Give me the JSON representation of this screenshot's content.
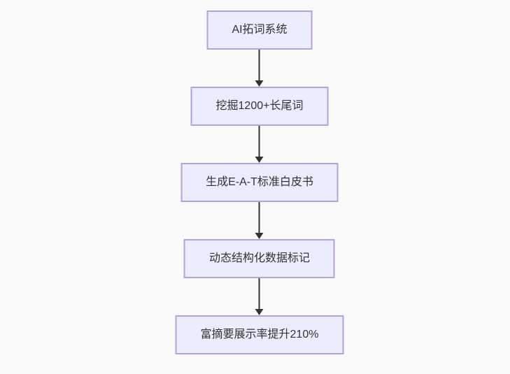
{
  "flowchart": {
    "direction": "top-down",
    "steps": [
      {
        "label": "AI拓词系统"
      },
      {
        "label": "挖掘1200+长尾词"
      },
      {
        "label": "生成E-A-T标准白皮书"
      },
      {
        "label": "动态结构化数据标记"
      },
      {
        "label": "富摘要展示率提升210%"
      }
    ],
    "colors": {
      "node_fill": "#ECECFF",
      "node_border": "#b3a2df",
      "arrow": "#333333",
      "text": "#333333",
      "background": "#fafafa"
    }
  }
}
